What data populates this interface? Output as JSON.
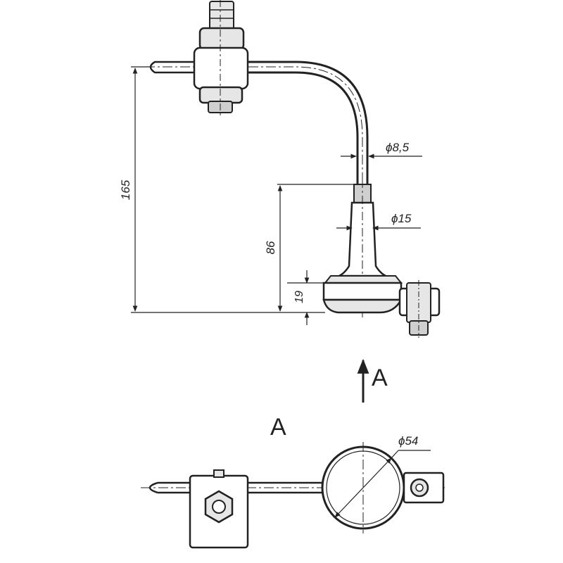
{
  "dimensions": {
    "overall_height": "165",
    "stem_height": "86",
    "base_height": "19",
    "tube_diameter": "ϕ8,5",
    "stem_diameter": "ϕ15",
    "base_diameter": "ϕ54"
  },
  "views": {
    "view_arrow_label": "A",
    "section_title": "A"
  },
  "colors": {
    "ink": "#222222",
    "fill_light": "#e6e6e6",
    "fill_mid": "#cfcfcf",
    "background": "#ffffff"
  }
}
